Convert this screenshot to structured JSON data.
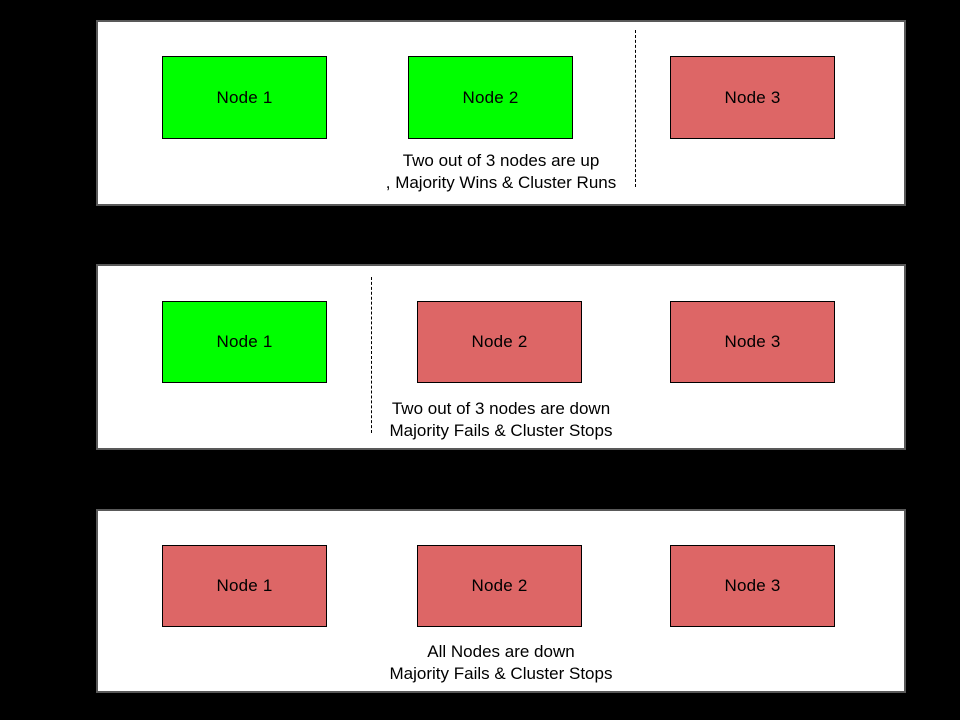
{
  "diagram": {
    "colors": {
      "background": "#000000",
      "panel_background": "#ffffff",
      "panel_border": "#595959",
      "node_border": "#000000",
      "node_up": "#00ff00",
      "node_down": "#dd6666",
      "divider": "#000000",
      "text": "#000000"
    },
    "panels": [
      {
        "id": "majority-up",
        "nodes": [
          {
            "label": "Node 1",
            "status": "up"
          },
          {
            "label": "Node 2",
            "status": "up"
          },
          {
            "label": "Node 3",
            "status": "down"
          }
        ],
        "caption": [
          "Two out of 3 nodes are up",
          ", Majority Wins & Cluster Runs"
        ]
      },
      {
        "id": "majority-down",
        "nodes": [
          {
            "label": "Node 1",
            "status": "up"
          },
          {
            "label": "Node 2",
            "status": "down"
          },
          {
            "label": "Node 3",
            "status": "down"
          }
        ],
        "caption": [
          "Two out of 3 nodes are down",
          "Majority Fails & Cluster Stops"
        ]
      },
      {
        "id": "all-down",
        "nodes": [
          {
            "label": "Node 1",
            "status": "down"
          },
          {
            "label": "Node 2",
            "status": "down"
          },
          {
            "label": "Node 3",
            "status": "down"
          }
        ],
        "caption": [
          "All Nodes are down",
          "Majority Fails & Cluster Stops"
        ]
      }
    ]
  }
}
